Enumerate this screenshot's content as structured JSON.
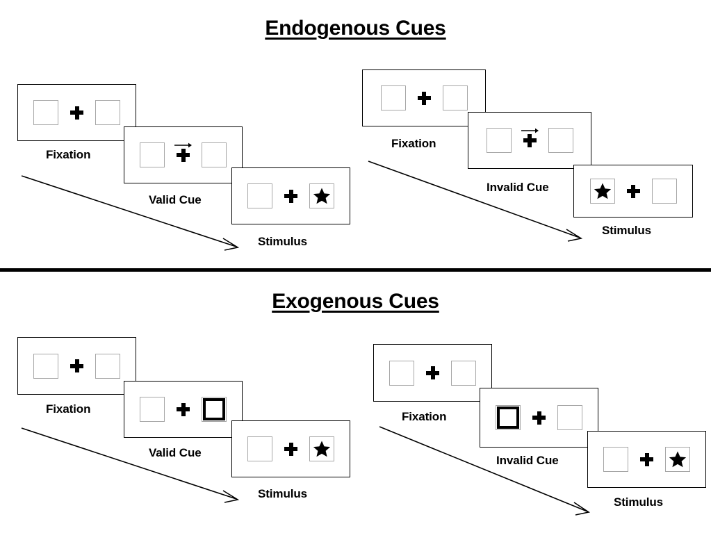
{
  "figure": {
    "sections": [
      {
        "id": "endogenous",
        "title": "Endogenous Cues",
        "conditions": [
          {
            "id": "endogenous-valid",
            "steps": [
              {
                "caption": "Fixation",
                "cue_type": "none",
                "left_box": "empty",
                "right_box": "empty",
                "center": "plus"
              },
              {
                "caption": "Valid Cue",
                "cue_type": "arrow-right",
                "left_box": "empty",
                "right_box": "empty",
                "center": "plus-with-arrow"
              },
              {
                "caption": "Stimulus",
                "cue_type": "none",
                "left_box": "empty",
                "right_box": "star",
                "center": "plus"
              }
            ]
          },
          {
            "id": "endogenous-invalid",
            "steps": [
              {
                "caption": "Fixation",
                "cue_type": "none",
                "left_box": "empty",
                "right_box": "empty",
                "center": "plus"
              },
              {
                "caption": "Invalid Cue",
                "cue_type": "arrow-right",
                "left_box": "empty",
                "right_box": "empty",
                "center": "plus-with-arrow"
              },
              {
                "caption": "Stimulus",
                "cue_type": "none",
                "left_box": "star",
                "right_box": "empty",
                "center": "plus"
              }
            ]
          }
        ]
      },
      {
        "id": "exogenous",
        "title": "Exogenous Cues",
        "conditions": [
          {
            "id": "exogenous-valid",
            "steps": [
              {
                "caption": "Fixation",
                "cue_type": "none",
                "left_box": "empty",
                "right_box": "empty",
                "center": "plus"
              },
              {
                "caption": "Valid Cue",
                "cue_type": "box-highlight-right",
                "left_box": "empty",
                "right_box": "cued",
                "center": "plus"
              },
              {
                "caption": "Stimulus",
                "cue_type": "none",
                "left_box": "empty",
                "right_box": "star",
                "center": "plus"
              }
            ]
          },
          {
            "id": "exogenous-invalid",
            "steps": [
              {
                "caption": "Fixation",
                "cue_type": "none",
                "left_box": "empty",
                "right_box": "empty",
                "center": "plus"
              },
              {
                "caption": "Invalid Cue",
                "cue_type": "box-highlight-left",
                "left_box": "cued",
                "right_box": "empty",
                "center": "plus"
              },
              {
                "caption": "Stimulus",
                "cue_type": "none",
                "left_box": "empty",
                "right_box": "star",
                "center": "plus"
              }
            ]
          }
        ]
      }
    ],
    "symbols": {
      "fixation_cross": "plus-icon",
      "target": "star-icon",
      "cue_arrow": "arrow-right-icon",
      "time_arrow": "time-flow-arrow-icon"
    },
    "colors": {
      "ink": "#000000",
      "box_outline": "#a6a6a6",
      "frame_outline": "#000000",
      "background": "#ffffff",
      "divider": "#000000"
    }
  }
}
